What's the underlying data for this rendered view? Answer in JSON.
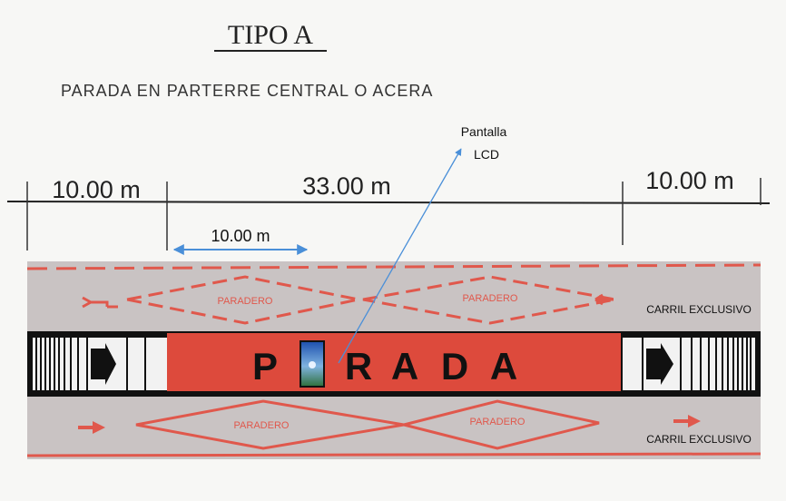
{
  "title": "TIPO A",
  "subtitle": "PARADA EN PARTERRE CENTRAL O ACERA",
  "annotation": {
    "line1": "Pantalla",
    "line2": "LCD"
  },
  "dimensions": {
    "left": "10.00 m",
    "center": "33.00 m",
    "right": "10.00 m",
    "sub": "10.00 m"
  },
  "road": {
    "stop_label": "P",
    "stop_letters": [
      "R",
      "A",
      "D",
      "A"
    ],
    "paradero": "PARADERO",
    "carril": "CARRIL EXCLUSIVO"
  },
  "colors": {
    "road": "#c9c3c3",
    "stop": "#dd4a3c",
    "marking": "#e0584c",
    "dimension_arrow": "#4a8fd8",
    "ink": "#1a1a1a"
  }
}
